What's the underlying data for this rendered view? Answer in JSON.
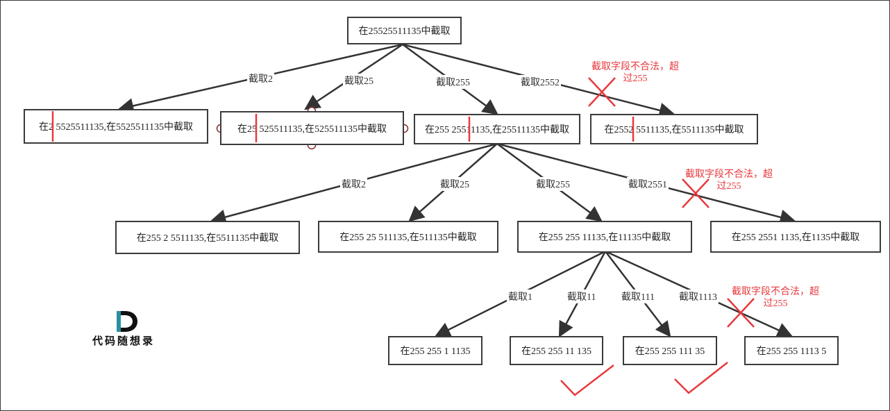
{
  "root": {
    "label": "在25525511135中截取"
  },
  "level1": {
    "edges": [
      "截取2",
      "截取25",
      "截取255",
      "截取2552"
    ],
    "boxes": [
      "在2 5525511135,在5525511135中截取",
      "在25 525511135,在525511135中截取",
      "在255 25511135,在25511135中截取",
      "在2552 5511135,在5511135中截取"
    ]
  },
  "level2": {
    "edges": [
      "截取2",
      "截取25",
      "截取255",
      "截取2551"
    ],
    "boxes": [
      "在255 2 5511135,在5511135中截取",
      "在255 25 511135,在511135中截取",
      "在255 255 11135,在11135中截取",
      "在255 2551 1135,在1135中截取"
    ]
  },
  "level3": {
    "edges": [
      "截取1",
      "截取11",
      "截取111",
      "截取1113"
    ],
    "boxes": [
      "在255 255 1 1135",
      "在255 255 11 135",
      "在255 255 111 35",
      "在255 255 1113 5"
    ]
  },
  "invalid_note_line1": "截取字段不合法，超",
  "invalid_note_line2": "过255",
  "logo": {
    "text": "代码随想录",
    "letter": "D"
  },
  "colors": {
    "line": "#333333",
    "accent": "#e8383d",
    "logo_teal": "#2a8fa0",
    "logo_dark": "#111111"
  }
}
